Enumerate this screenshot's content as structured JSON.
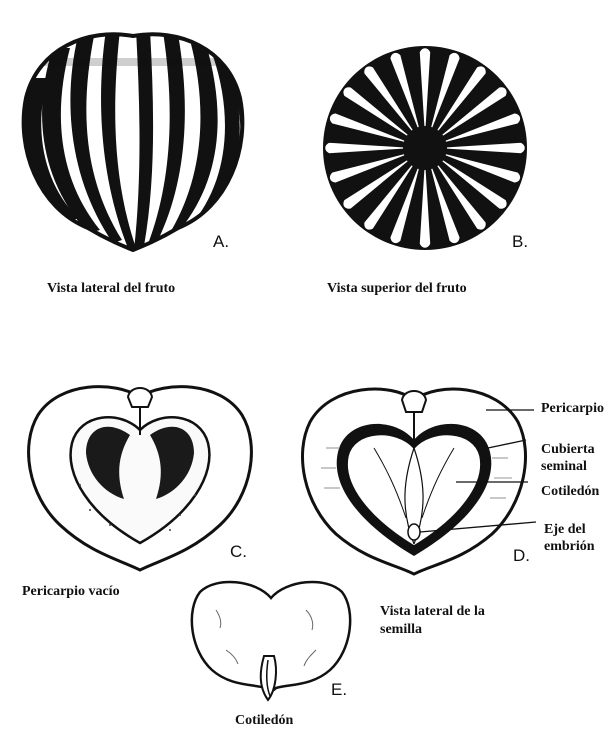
{
  "figures": {
    "a": {
      "letter": "A.",
      "caption": "Vista lateral del fruto"
    },
    "b": {
      "letter": "B.",
      "caption": "Vista superior del fruto"
    },
    "c": {
      "letter": "C.",
      "caption": "Pericarpio vacío"
    },
    "d": {
      "letter": "D.",
      "caption_line1": "Vista lateral de la",
      "caption_line2": "semilla"
    },
    "e": {
      "letter": "E.",
      "caption": "Cotiledón"
    }
  },
  "labels": {
    "pericarpio": "Pericarpio",
    "cubierta_line1": "Cubierta",
    "cubierta_line2": "seminal",
    "cotiledon": "Cotiledón",
    "eje_line1": "Eje del",
    "eje_line2": "embrión"
  },
  "colors": {
    "ink": "#111111",
    "paper": "#ffffff"
  }
}
